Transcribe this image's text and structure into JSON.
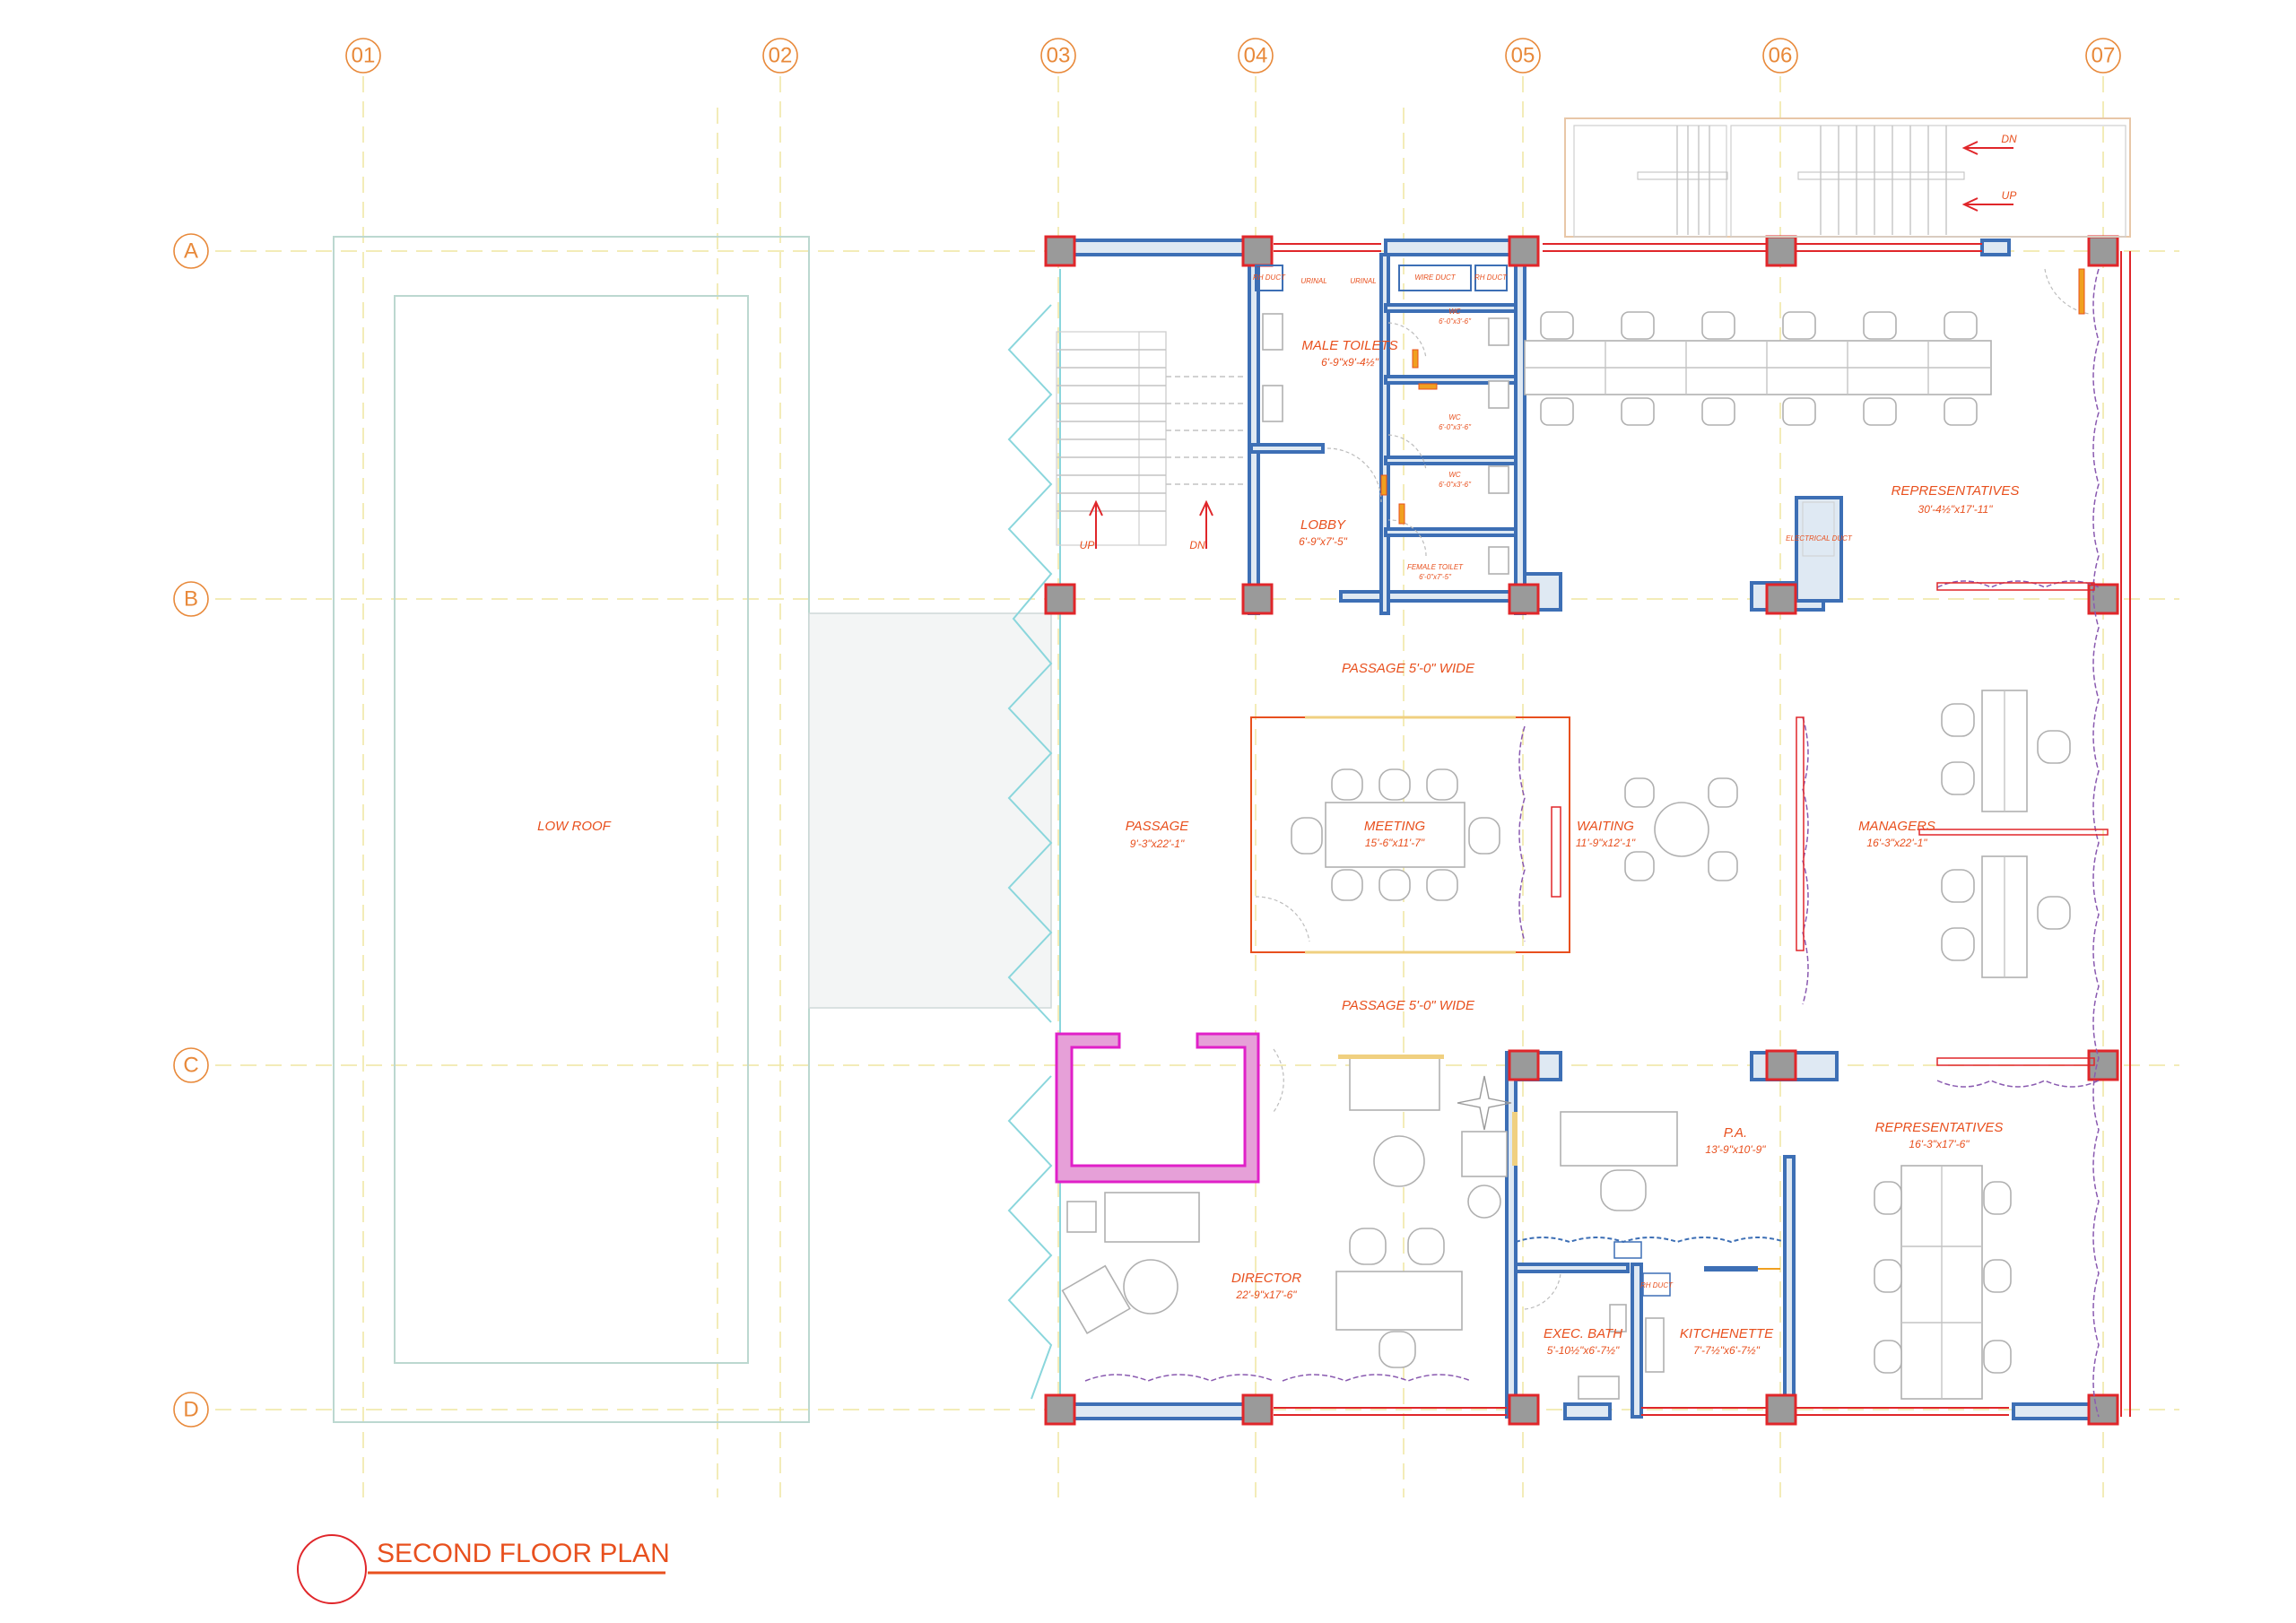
{
  "grid": {
    "columns": [
      "01",
      "02",
      "03",
      "04",
      "05",
      "06",
      "07"
    ],
    "rows": [
      "A",
      "B",
      "C",
      "D"
    ]
  },
  "rooms": {
    "low_roof": "LOW ROOF",
    "male_toilets": {
      "name": "MALE TOILETS",
      "size": "6'-9\"x9'-4½\""
    },
    "lobby": {
      "name": "LOBBY",
      "size": "6'-9\"x7'-5\""
    },
    "wc1": {
      "name": "WC",
      "size": "6'-0\"x3'-6\""
    },
    "wc2": {
      "name": "WC",
      "size": "6'-0\"x3'-6\""
    },
    "wc3": {
      "name": "WC",
      "size": "6'-0\"x3'-6\""
    },
    "female_toilet": {
      "name": "FEMALE TOILET",
      "size": "6'-0\"x7'-5\""
    },
    "representatives_top": {
      "name": "REPRESENTATIVES",
      "size": "30'-4½\"x17'-11\""
    },
    "passage_top": "PASSAGE 5'-0\" WIDE",
    "passage_bottom": "PASSAGE 5'-0\" WIDE",
    "passage_left": {
      "name": "PASSAGE",
      "size": "9'-3\"x22'-1\""
    },
    "meeting": {
      "name": "MEETING",
      "size": "15'-6\"x11'-7\""
    },
    "waiting": {
      "name": "WAITING",
      "size": "11'-9\"x12'-1\""
    },
    "managers": {
      "name": "MANAGERS",
      "size": "16'-3\"x22'-1\""
    },
    "pa": {
      "name": "P.A.",
      "size": "13'-9\"x10'-9\""
    },
    "representatives_bottom": {
      "name": "REPRESENTATIVES",
      "size": "16'-3\"x17'-6\""
    },
    "director": {
      "name": "DIRECTOR",
      "size": "22'-9\"x17'-6\""
    },
    "exec_bath": {
      "name": "EXEC. BATH",
      "size": "5'-10½\"x6'-7½\""
    },
    "kitchenette": {
      "name": "KITCHENETTE",
      "size": "7'-7½\"x6'-7½\""
    }
  },
  "small_labels": {
    "rh_duct1": "RH DUCT",
    "urinal1": "URINAL",
    "urinal2": "URINAL",
    "wire_duct": "WIRE DUCT",
    "rh_duct2": "RH DUCT",
    "electrical_duct": "ELECTRICAL DUCT",
    "rh_duct3": "RH DUCT"
  },
  "stairs": {
    "up_left": "UP",
    "dn_left": "DN",
    "dn_top": "DN",
    "up_top": "UP"
  },
  "title": "SECOND FLOOR PLAN",
  "colors": {
    "wall": "#3d6fb5",
    "column": "#e0262a",
    "label": "#e8501e",
    "grid": "#efe6a0",
    "lift": "#e020c8"
  }
}
